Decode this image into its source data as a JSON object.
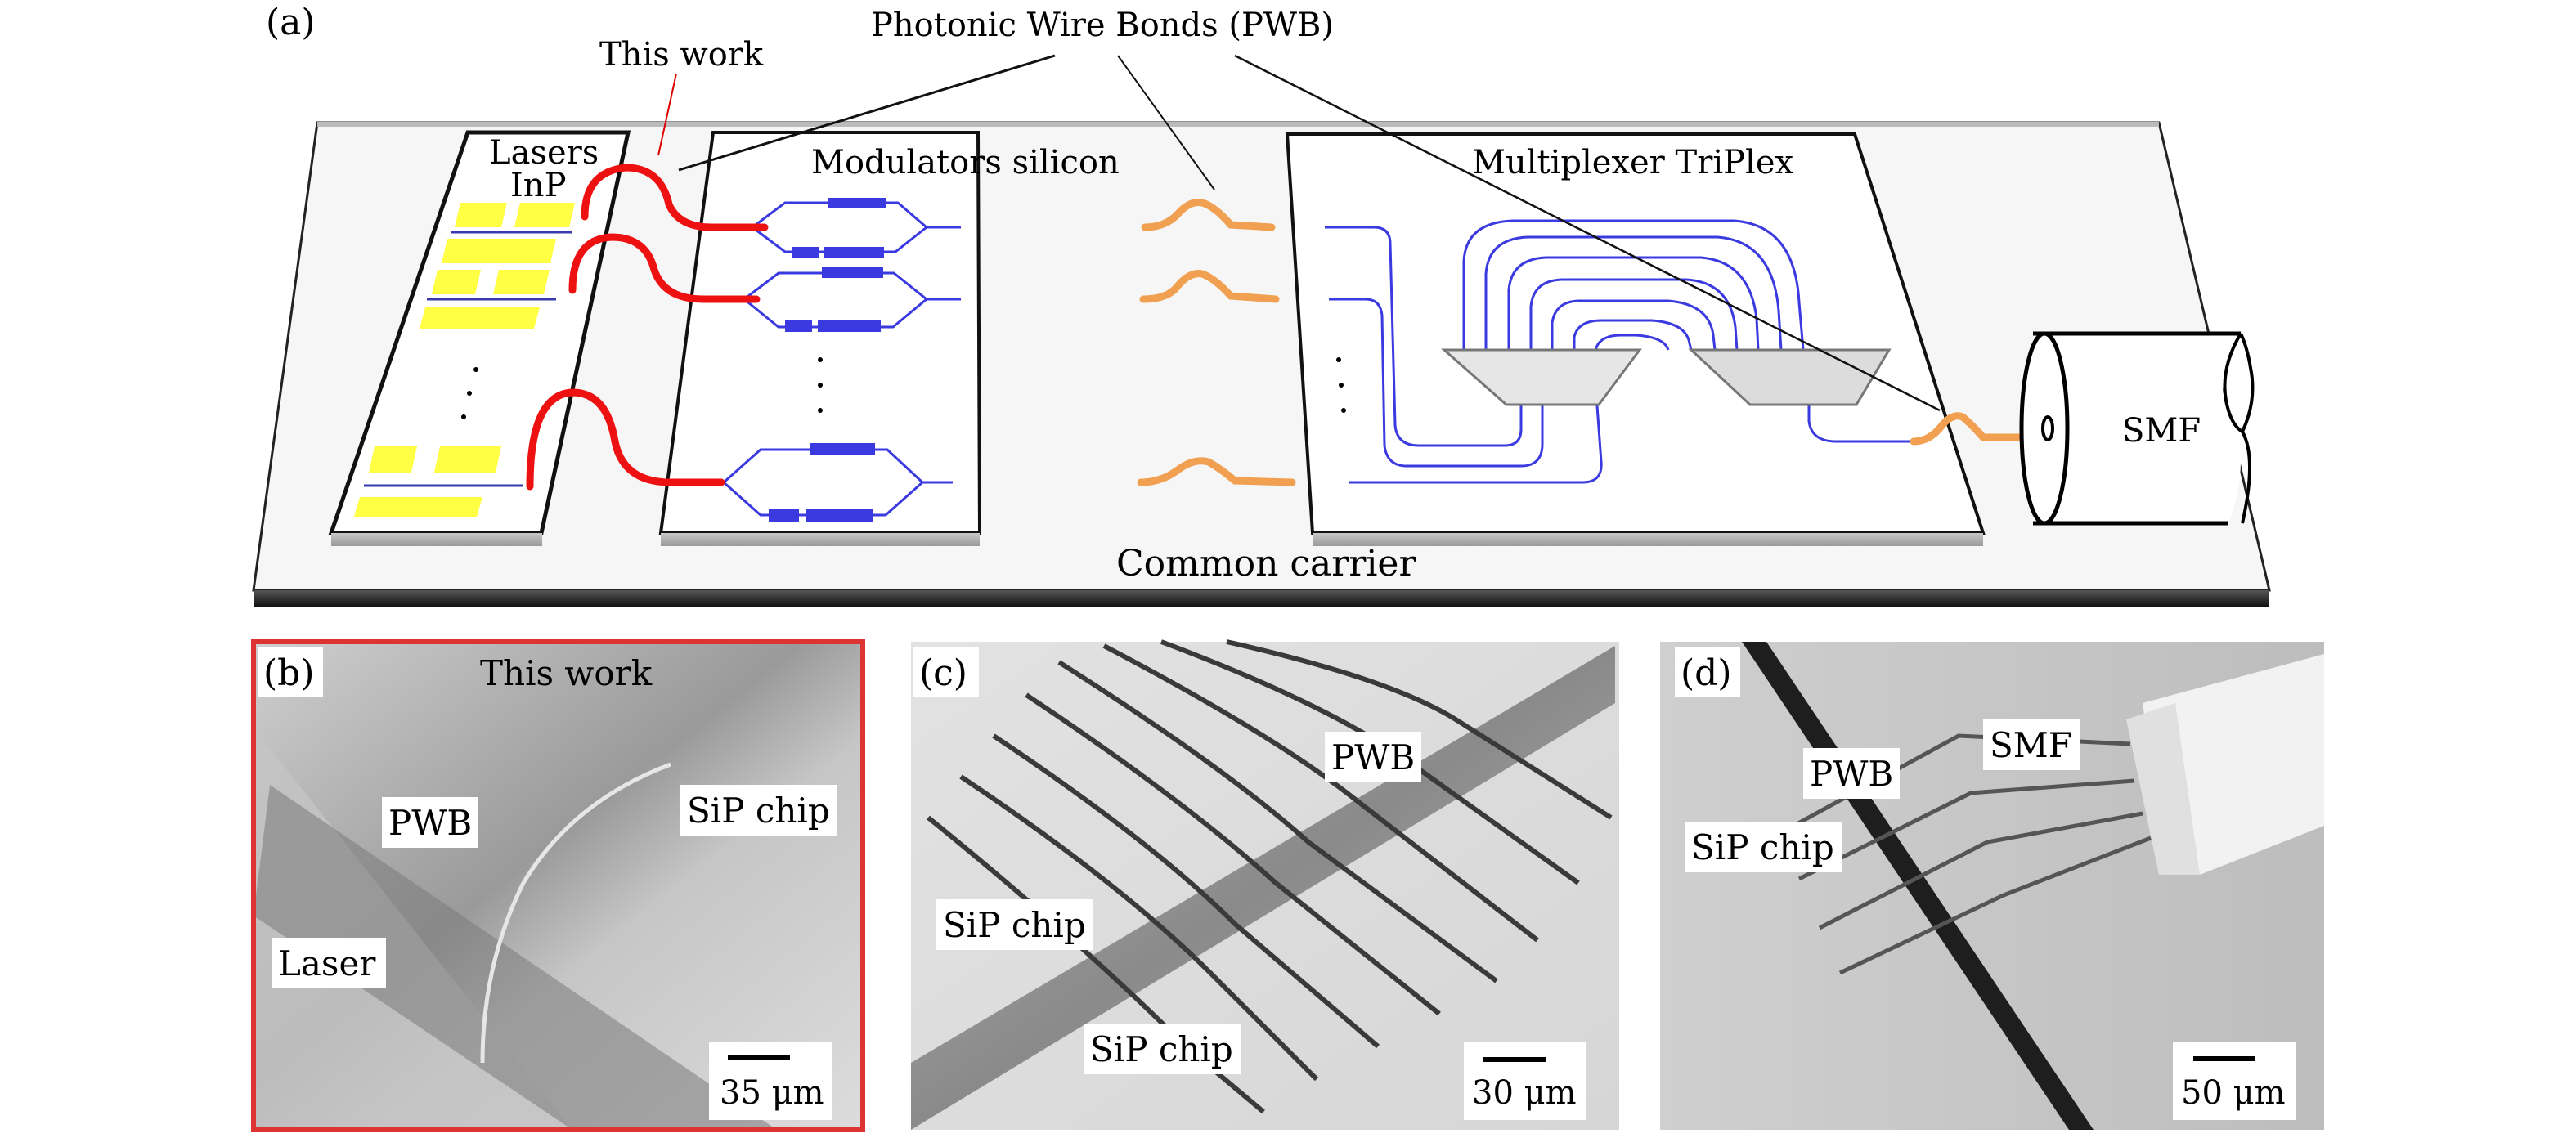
{
  "figure": {
    "panel_a": {
      "label": "(a)",
      "callouts": {
        "this_work": "This work",
        "pwb": "Photonic Wire Bonds (PWB)"
      },
      "chips": {
        "lasers_line1": "Lasers",
        "lasers_line2": "InP",
        "modulators": "Modulators silicon",
        "multiplexer": "Multiplexer TriPlex"
      },
      "fiber": "SMF",
      "carrier": "Common carrier",
      "colors": {
        "this_work_bond": "#ee1111",
        "pwb_bond": "#f0a050",
        "waveguide": "#3333dd",
        "laser_pads": "#ffff44",
        "mux_block": "#dddddd"
      }
    },
    "panel_b": {
      "label": "(b)",
      "title": "This work",
      "annotations": [
        "PWB",
        "SiP chip",
        "Laser"
      ],
      "scale_bar": "35 μm",
      "border_color": "#dd3333"
    },
    "panel_c": {
      "label": "(c)",
      "annotations": [
        "PWB",
        "SiP chip",
        "SiP chip"
      ],
      "scale_bar": "30 μm"
    },
    "panel_d": {
      "label": "(d)",
      "annotations": [
        "PWB",
        "SMF",
        "SiP chip"
      ],
      "scale_bar": "50 μm"
    }
  }
}
